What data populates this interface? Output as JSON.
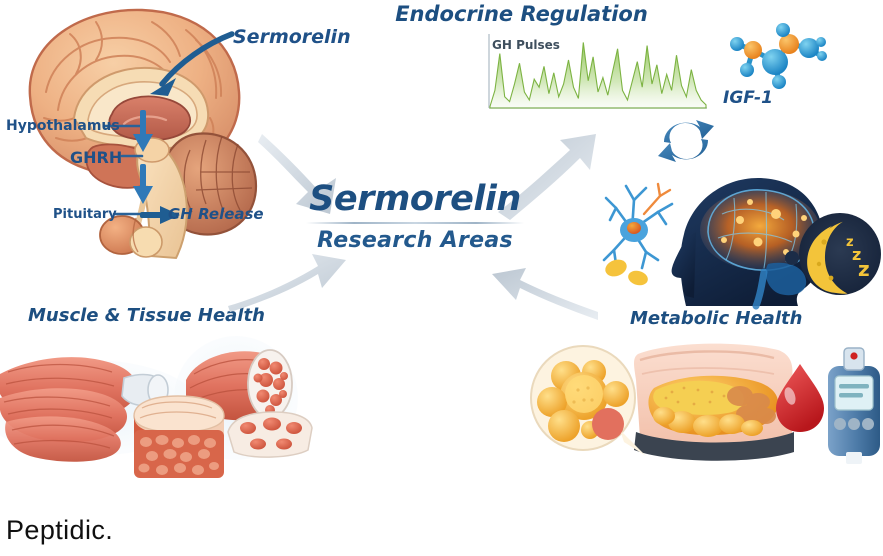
{
  "center": {
    "title": "Sermorelin",
    "subtitle": "Research Areas",
    "title_color": "#1d4f81"
  },
  "sections": {
    "endocrine": {
      "heading": "Endocrine Regulation",
      "chart_label": "GH Pulses",
      "molecule_label": "IGF-1",
      "icons": [
        "gh-pulse-chart",
        "igf1-molecule",
        "feedback-cycle-arrows"
      ]
    },
    "brain": {
      "labels": {
        "sermorelin": "Sermorelin",
        "hypothalamus": "Hypothalamus",
        "ghrh": "GHRH",
        "pituitary": "Pituitary",
        "gh_release": "GH Release"
      },
      "icons": [
        "brain-sagittal-illustration",
        "down-arrow",
        "pointer-arrow"
      ]
    },
    "muscle": {
      "heading": "Muscle & Tissue Health",
      "icons": [
        "muscle-bundle-illustration",
        "muscle-cross-section",
        "muscle-tissue-block"
      ]
    },
    "metabolic": {
      "heading": "Metabolic Health",
      "icons": [
        "fat-cells-circle",
        "abdomen-visceral-fat",
        "blood-drop-icon",
        "glucose-meter-icon"
      ]
    },
    "cognitive": {
      "icons": [
        "head-brain-silhouette",
        "neuron-cell-icon",
        "moon-sleep-icon"
      ]
    }
  },
  "sleep_icon": {
    "zzz": "z"
  },
  "caption": "Peptidic.",
  "colors": {
    "deep_blue": "#1d4f81",
    "arrow_gray": "#ccd4dc",
    "chart_green": "#7cb342",
    "accent_orange": "#f0932b"
  },
  "chart_data": {
    "type": "area",
    "title": "GH Pulses",
    "xlabel": "",
    "ylabel": "",
    "x": [
      0,
      1,
      2,
      3,
      4,
      5,
      6,
      7,
      8,
      9,
      10,
      11,
      12,
      13,
      14,
      15,
      16,
      17,
      18,
      19,
      20,
      21,
      22,
      23,
      24,
      25,
      26,
      27,
      28,
      29,
      30,
      31,
      32,
      33,
      34,
      35,
      36,
      37,
      38,
      39,
      40,
      41,
      42,
      43,
      44
    ],
    "values": [
      2,
      22,
      68,
      14,
      8,
      30,
      56,
      20,
      10,
      36,
      26,
      52,
      18,
      44,
      14,
      30,
      60,
      26,
      12,
      82,
      34,
      64,
      20,
      38,
      16,
      46,
      74,
      22,
      10,
      34,
      58,
      26,
      78,
      30,
      54,
      18,
      42,
      22,
      66,
      28,
      14,
      48,
      22,
      10,
      4
    ],
    "ylim": [
      0,
      90
    ],
    "grid": false,
    "legend": "none",
    "series_color": "#7cb342"
  }
}
